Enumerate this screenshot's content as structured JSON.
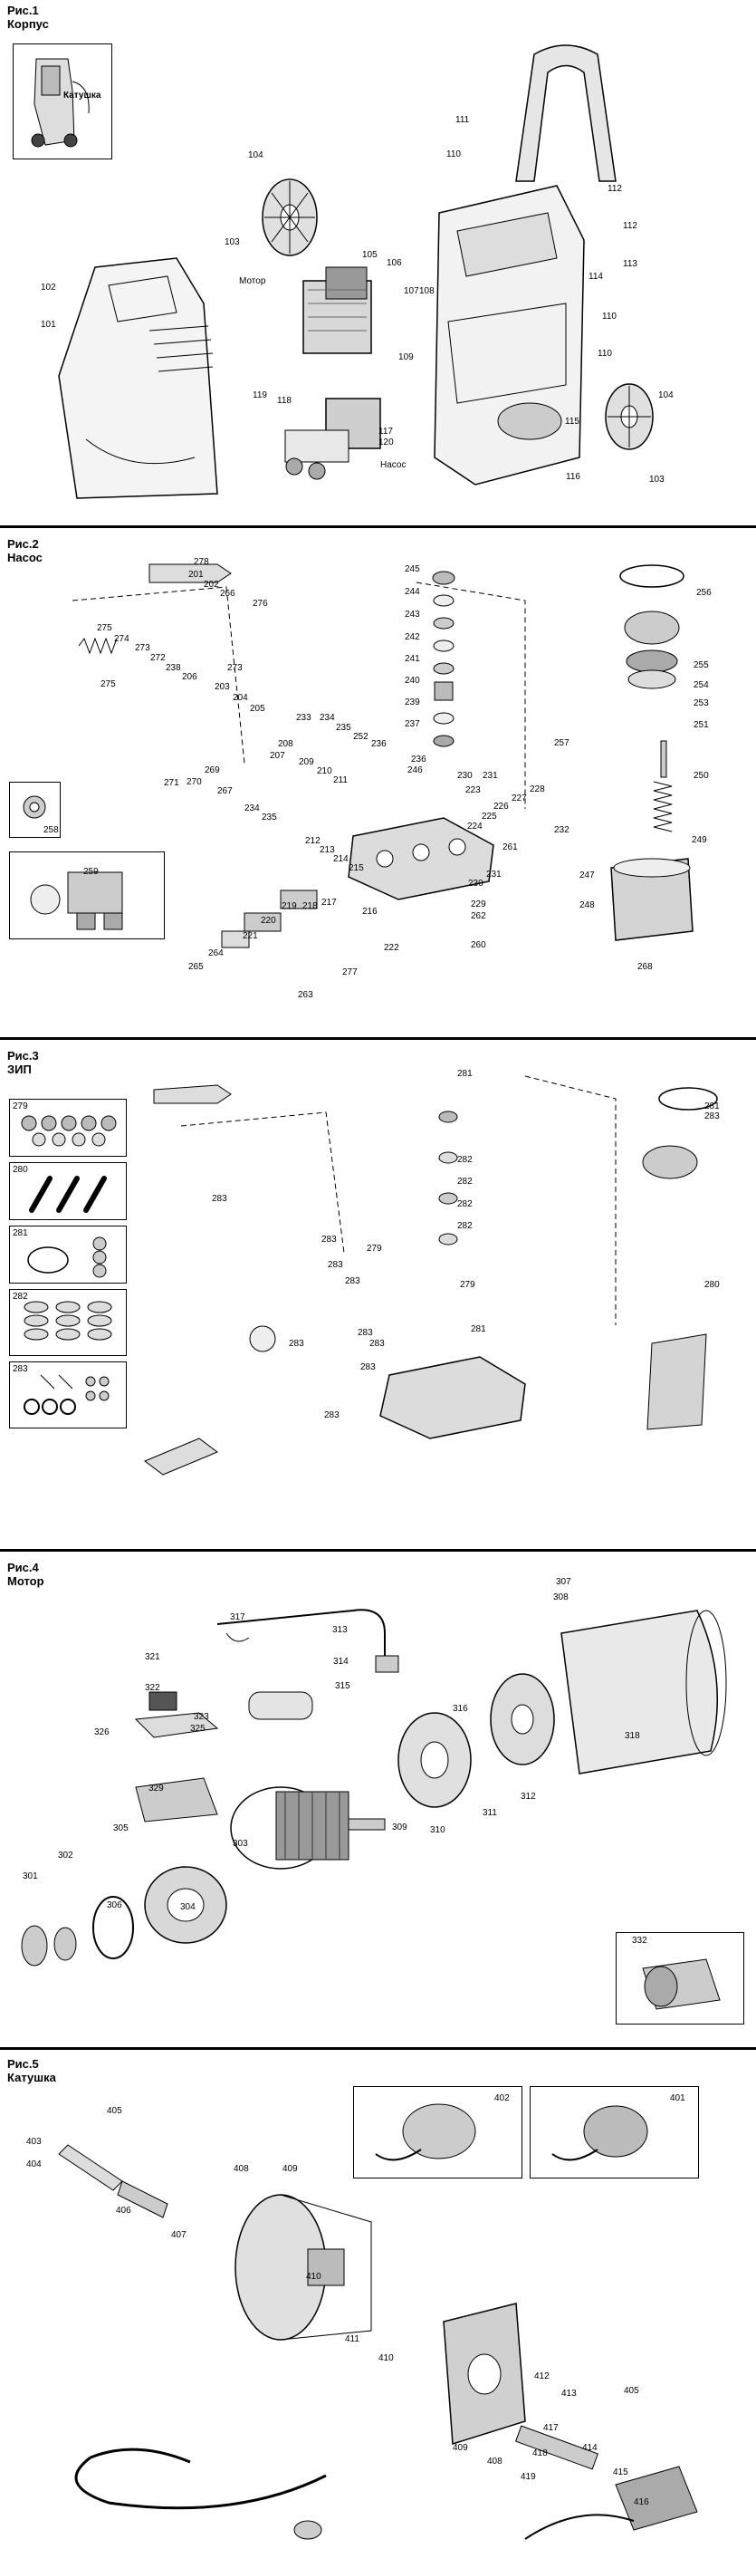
{
  "sections": [
    {
      "id": "fig1",
      "fig": "Рис.1",
      "name": "Корпус",
      "inset_label": "Катушка",
      "labels": [
        "111",
        "110",
        "112",
        "112",
        "113",
        "114",
        "110",
        "110",
        "104",
        "103",
        "104",
        "103",
        "105",
        "106",
        "107",
        "108",
        "109",
        "Мотор",
        "102",
        "101",
        "119",
        "118",
        "117",
        "120",
        "115",
        "116",
        "Насос"
      ]
    },
    {
      "id": "fig2",
      "fig": "Рис.2",
      "name": "Насос",
      "labels": [
        "278",
        "201",
        "202",
        "266",
        "276",
        "275",
        "274",
        "273",
        "272",
        "238",
        "275",
        "206",
        "203",
        "204",
        "205",
        "273",
        "245",
        "244",
        "243",
        "242",
        "241",
        "240",
        "239",
        "237",
        "256",
        "255",
        "254",
        "253",
        "251",
        "250",
        "249",
        "247",
        "248",
        "268",
        "233",
        "234",
        "235",
        "252",
        "236",
        "208",
        "207",
        "209",
        "210",
        "211",
        "269",
        "270",
        "267",
        "271",
        "234",
        "235",
        "212",
        "213",
        "214",
        "215",
        "216",
        "217",
        "218",
        "219",
        "220",
        "221",
        "222",
        "223",
        "224",
        "225",
        "226",
        "227",
        "228",
        "229",
        "230",
        "231",
        "232",
        "257",
        "246",
        "252",
        "236",
        "230",
        "231",
        "261",
        "262",
        "260",
        "264",
        "265",
        "263",
        "277",
        "258",
        "259"
      ]
    },
    {
      "id": "fig3",
      "fig": "Рис.3",
      "name": "ЗИП",
      "kit_labels": [
        "279",
        "280",
        "281",
        "282",
        "283"
      ],
      "labels": [
        "281",
        "282",
        "282",
        "282",
        "282",
        "279",
        "281",
        "283",
        "283",
        "283",
        "283",
        "283",
        "283",
        "283",
        "283",
        "279",
        "283",
        "281",
        "283",
        "280"
      ]
    },
    {
      "id": "fig4",
      "fig": "Рис.4",
      "name": "Мотор",
      "labels": [
        "307",
        "308",
        "317",
        "313",
        "314",
        "315",
        "321",
        "322",
        "323",
        "325",
        "326",
        "329",
        "305",
        "302",
        "301",
        "306",
        "304",
        "303",
        "309",
        "310",
        "311",
        "312",
        "316",
        "318",
        "332"
      ]
    },
    {
      "id": "fig5",
      "fig": "Рис.5",
      "name": "Катушка",
      "labels": [
        "405",
        "403",
        "404",
        "406",
        "407",
        "408",
        "409",
        "410",
        "410",
        "411",
        "402",
        "401",
        "412",
        "413",
        "405",
        "414",
        "415",
        "416",
        "417",
        "418",
        "419",
        "409",
        "408"
      ]
    }
  ]
}
